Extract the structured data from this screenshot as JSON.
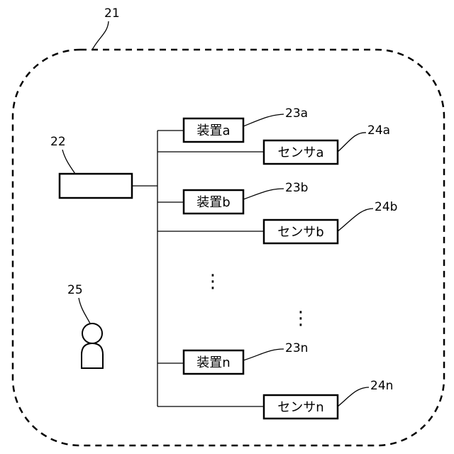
{
  "diagram": {
    "system_ref": "21",
    "controller": {
      "ref": "22",
      "label": ""
    },
    "person": {
      "ref": "25"
    },
    "devices": [
      {
        "label": "装置a",
        "ref": "23a"
      },
      {
        "label": "装置b",
        "ref": "23b"
      },
      {
        "label": "装置n",
        "ref": "23n"
      }
    ],
    "sensors": [
      {
        "label": "センサa",
        "ref": "24a"
      },
      {
        "label": "センサb",
        "ref": "24b"
      },
      {
        "label": "センサn",
        "ref": "24n"
      }
    ],
    "ellipsis": "⋮"
  }
}
